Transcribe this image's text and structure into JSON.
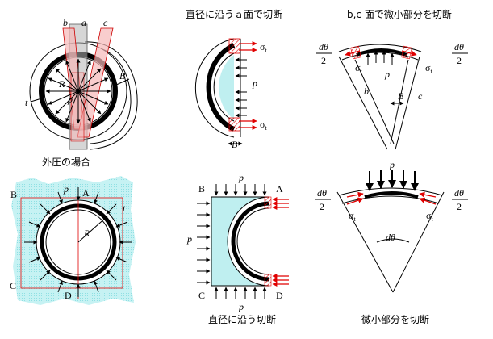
{
  "captions": {
    "top_middle": "直径に沿うａ面で切断",
    "top_right": "b,c 面で微小部分を切断",
    "left_middle": "外圧の場合",
    "bottom_middle": "直径に沿う切断",
    "bottom_right": "微小部分を切断"
  },
  "labels": {
    "b": "b",
    "a": "a",
    "c": "c",
    "R": "R",
    "p": "p",
    "B": "B",
    "t": "t",
    "sigma_t": "σ",
    "sigma_sub": "t",
    "dtheta": "dθ",
    "two": "2",
    "corner_B": "B",
    "corner_A": "A",
    "corner_C": "C",
    "corner_D": "D"
  },
  "colors": {
    "accent_red": "#e00000",
    "cyan_fill": "#bfeff0",
    "hatch_red": "#e00000",
    "section_pink": "#f5b8b8",
    "section_gray": "#b4b4b4"
  }
}
